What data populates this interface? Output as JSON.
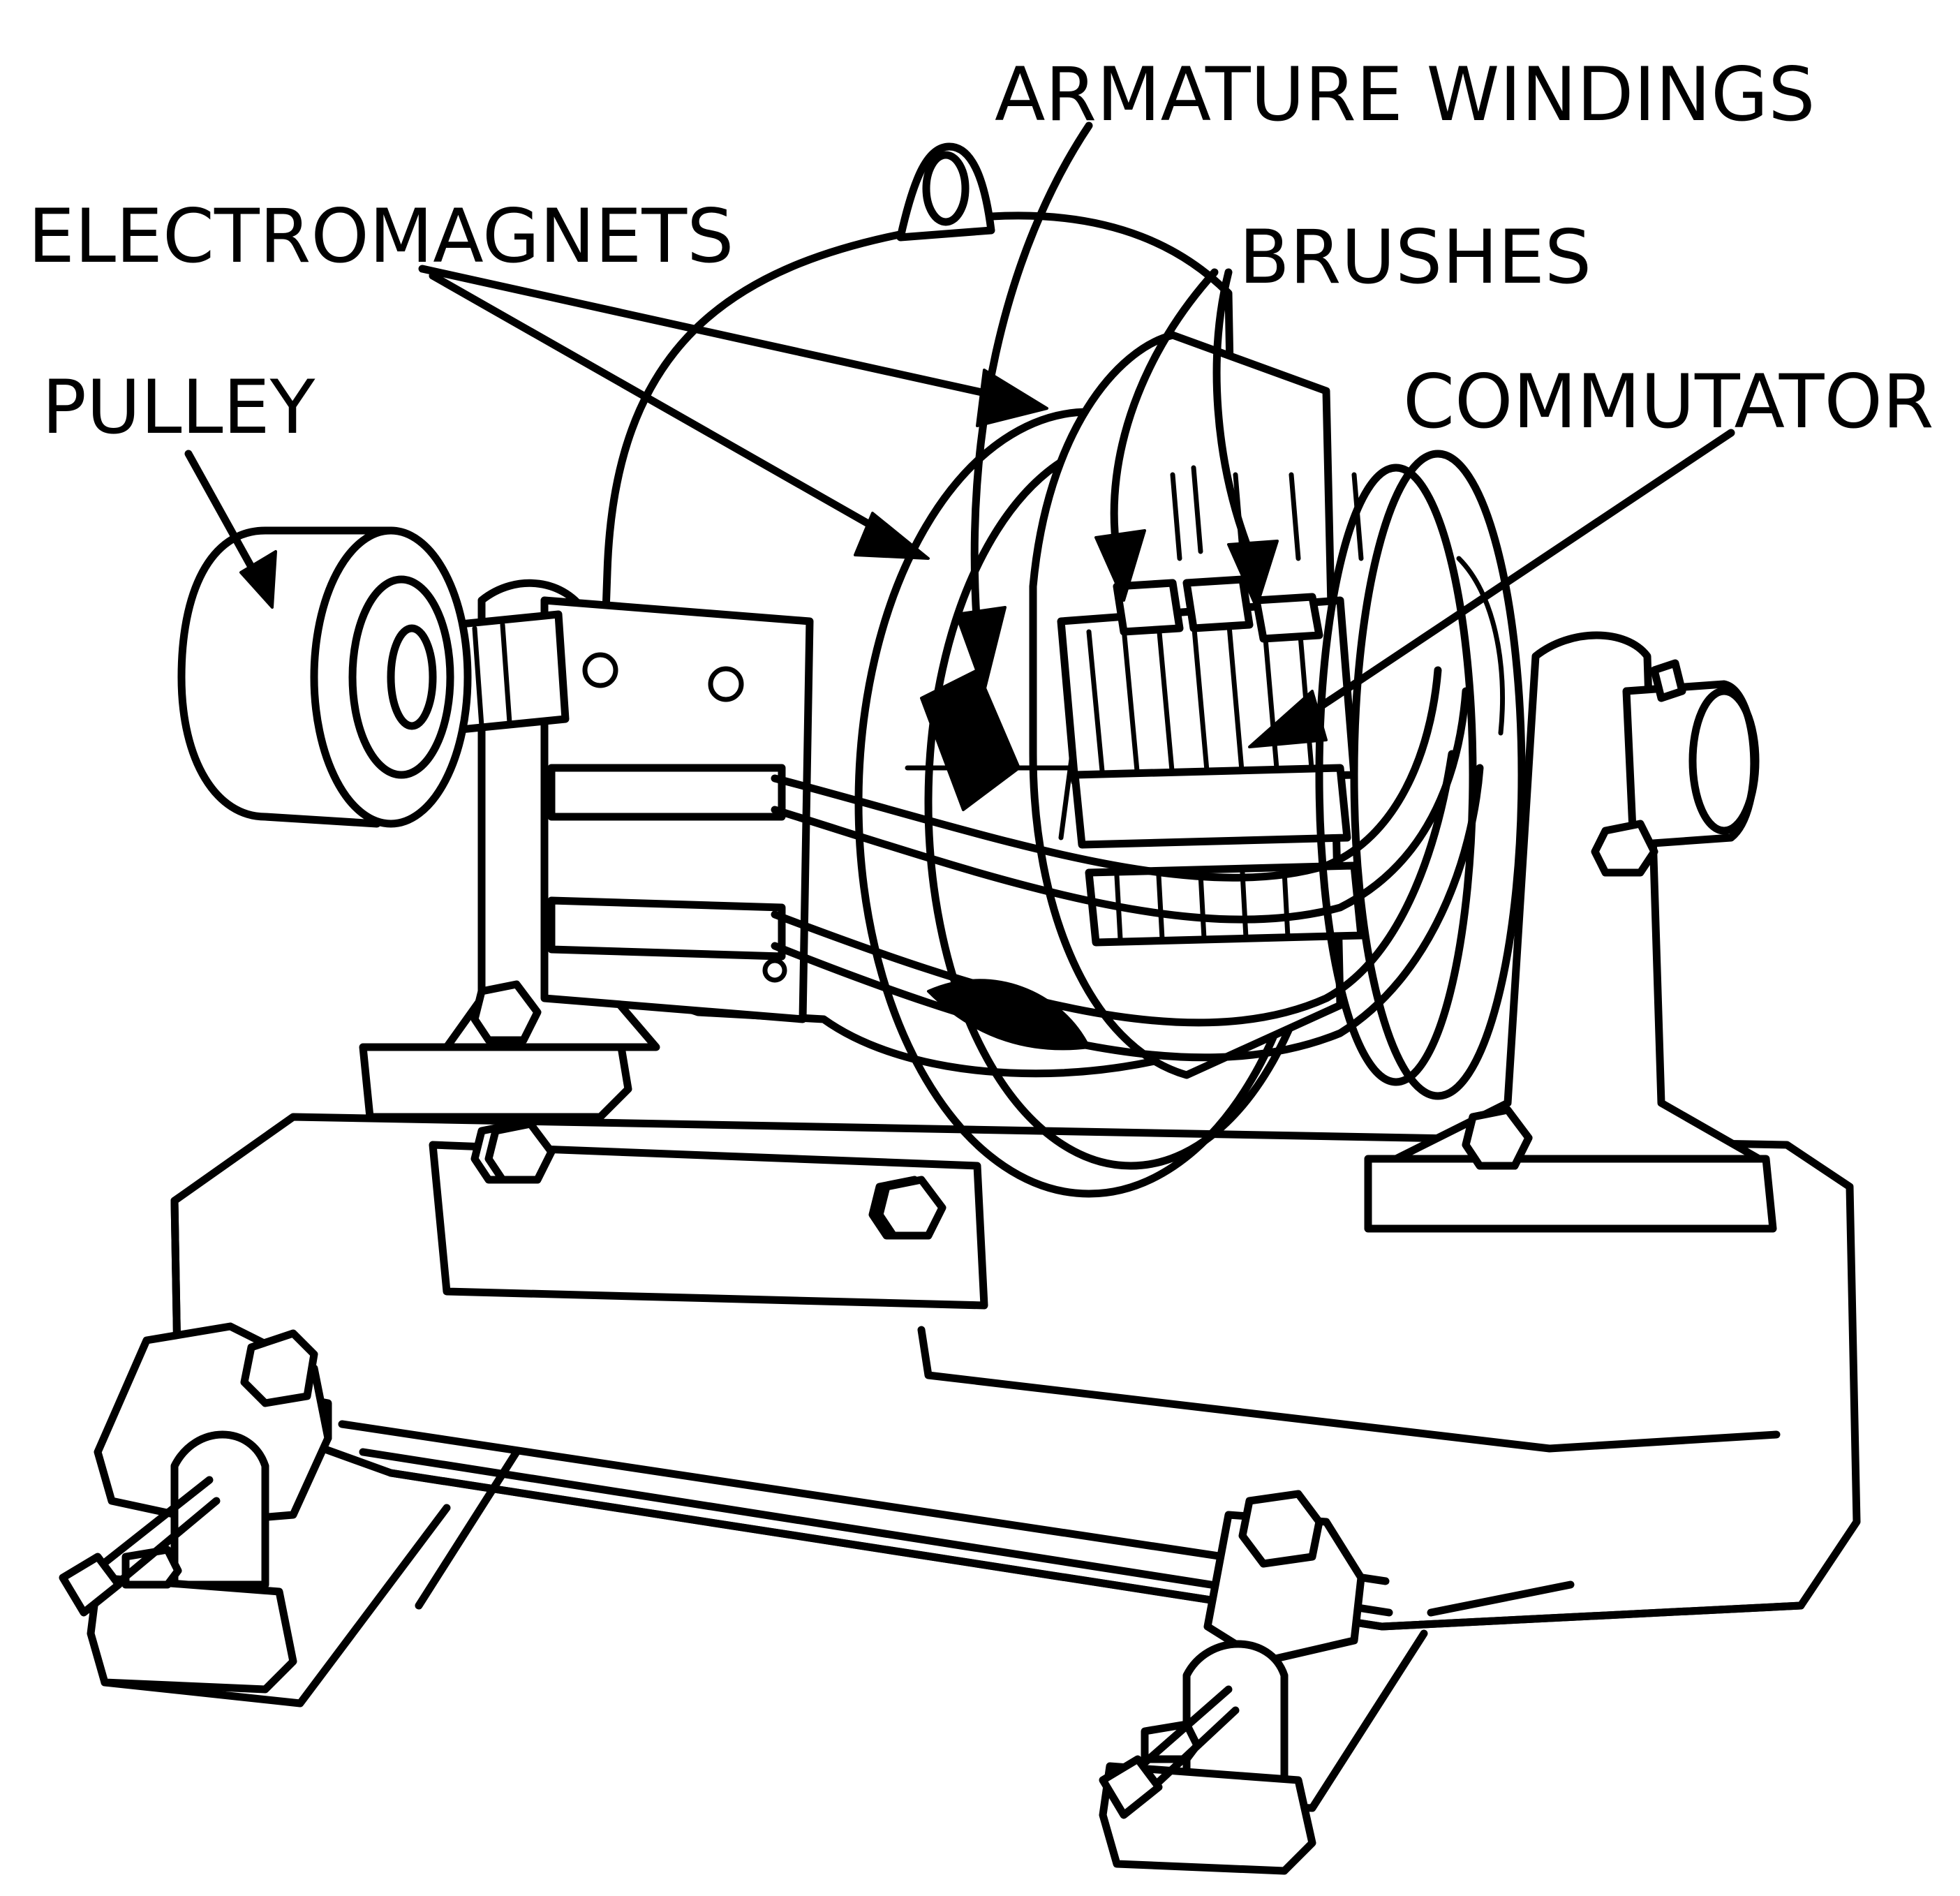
{
  "labels": {
    "armature_windings": "ARMATURE WINDINGS",
    "electromagnets": "ELECTROMAGNETS",
    "brushes": "BRUSHES",
    "pulley": "PULLEY",
    "commutator": "COMMUTATOR"
  }
}
